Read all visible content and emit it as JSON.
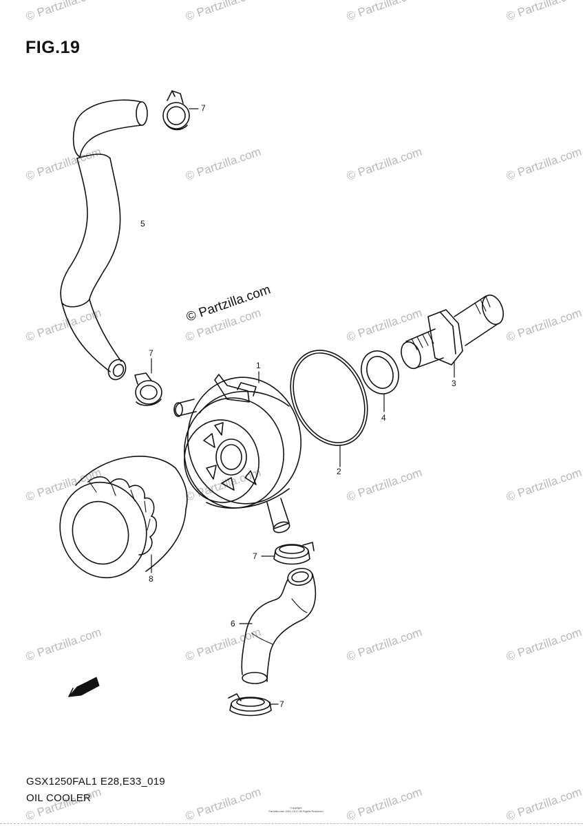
{
  "figure": {
    "title": "FIG.19",
    "model_code": "GSX1250FAL1  E28,E33_019",
    "section_name": "OIL COOLER",
    "watermark": "© Partzilla.com",
    "center_watermark": "© Partzilla.com",
    "copyright_lines": [
      "Copyright",
      "Partzilla.com 2001-2017 All Rights Reserved"
    ],
    "direction_label": "FWD"
  },
  "callouts": {
    "c7a": "7",
    "c5": "5",
    "c7b": "7",
    "c1": "1",
    "c2": "2",
    "c3": "3",
    "c4": "4",
    "c8": "8",
    "c7c": "7",
    "c6": "6",
    "c7d": "7"
  },
  "colors": {
    "ink": "#111111",
    "watermark": "#b8b8b8"
  }
}
